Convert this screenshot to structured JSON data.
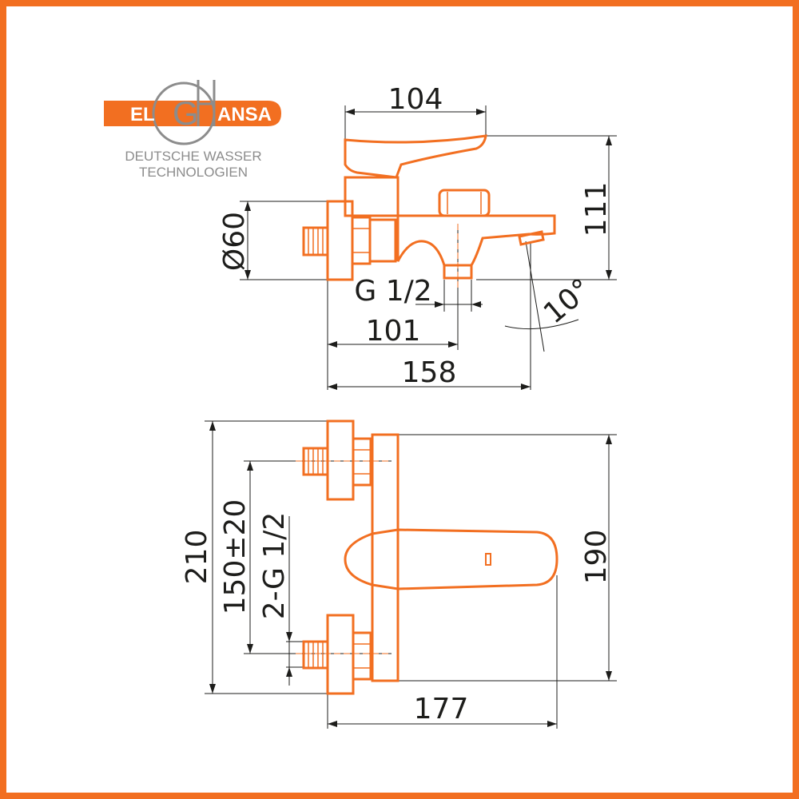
{
  "colors": {
    "accent": "#f26f21",
    "frame": "#f26f21",
    "ink": "#1d1d1b",
    "logo_gray": "#8c8c8c",
    "tag_text": "#ffffff"
  },
  "logo": {
    "left": "EL",
    "mark": "G",
    "right": "ANSA",
    "tagline_1": "DEUTSCHE WASSER",
    "tagline_2": "TECHNOLOGIEN"
  },
  "side_view": {
    "top_width": "104",
    "height": "111",
    "diameter": "Ø60",
    "outlet_thread": "G 1/2",
    "outlet_offset": "101",
    "total_depth": "158",
    "spout_angle": "10°"
  },
  "front_view": {
    "total_height": "210",
    "inlet_spacing": "150±20",
    "inlet_thread": "2-G 1/2",
    "body_height": "190",
    "total_depth": "177"
  }
}
